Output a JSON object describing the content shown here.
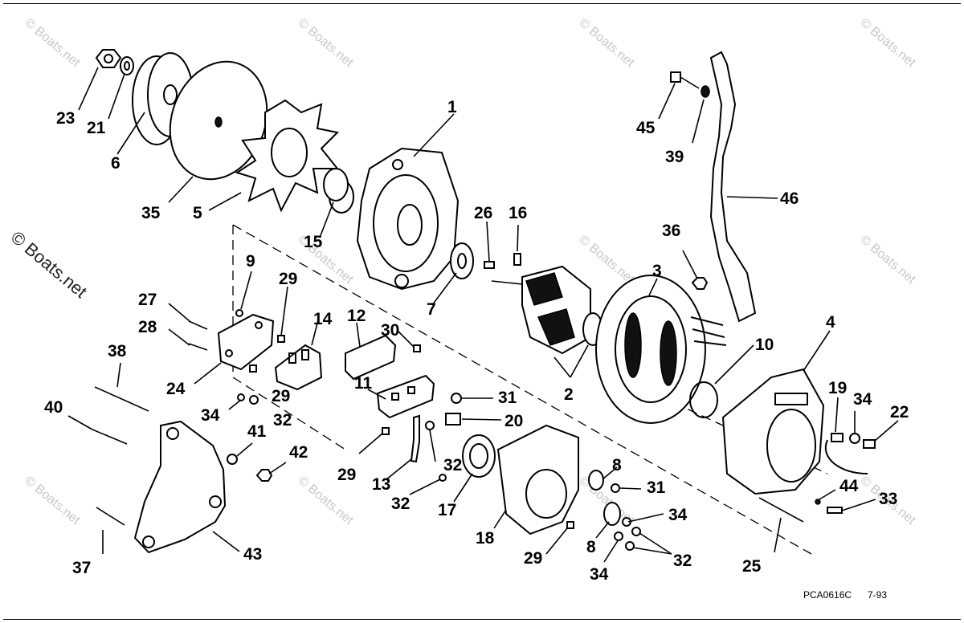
{
  "watermark": {
    "text": "© Boats.net",
    "side_text": "© Boats.net"
  },
  "figure_code": "PCA0616C",
  "figure_date": "7-93",
  "callouts": {
    "c1": "1",
    "c2": "2",
    "c3": "3",
    "c4": "4",
    "c5": "5",
    "c6": "6",
    "c7": "7",
    "c8a": "8",
    "c8b": "8",
    "c9": "9",
    "c10": "10",
    "c11": "11",
    "c12": "12",
    "c13": "13",
    "c14": "14",
    "c15": "15",
    "c16": "16",
    "c17": "17",
    "c18": "18",
    "c19": "19",
    "c20": "20",
    "c21": "21",
    "c22": "22",
    "c23": "23",
    "c24": "24",
    "c25": "25",
    "c26": "26",
    "c27": "27",
    "c28": "28",
    "c29a": "29",
    "c29b": "29",
    "c29c": "29",
    "c29d": "29",
    "c30": "30",
    "c31a": "31",
    "c31b": "31",
    "c32a": "32",
    "c32b": "32",
    "c32c": "32",
    "c32d": "32",
    "c33": "33",
    "c34a": "34",
    "c34b": "34",
    "c34c": "34",
    "c34d": "34",
    "c35": "35",
    "c36": "36",
    "c37": "37",
    "c38": "38",
    "c39": "39",
    "c40": "40",
    "c41": "41",
    "c42": "42",
    "c43": "43",
    "c44": "44",
    "c45": "45",
    "c46": "46"
  }
}
